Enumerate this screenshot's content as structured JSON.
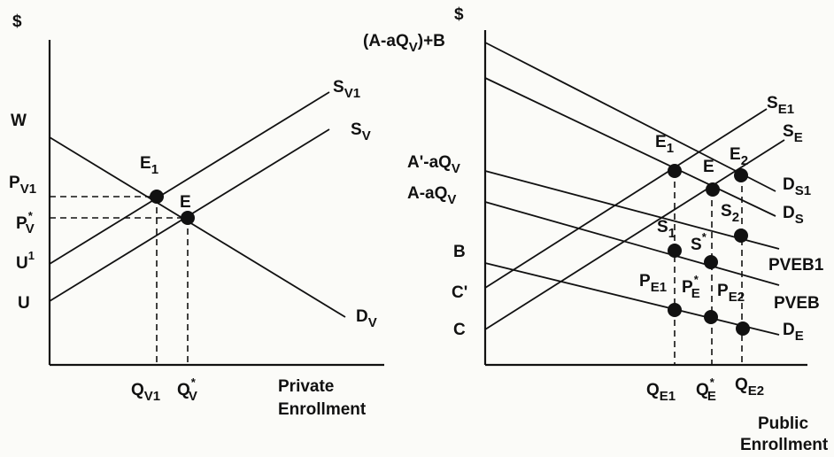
{
  "left": {
    "y_axis": "$",
    "x_axis": [
      "Private",
      "Enrollment"
    ],
    "y_ticks": {
      "W": {
        "m": "W",
        "s": "",
        "p": ""
      },
      "PV1": {
        "m": "P",
        "s": "V1",
        "p": ""
      },
      "PVstar": {
        "m": "P",
        "s": "V",
        "p": "*"
      },
      "U1": {
        "m": "U",
        "s": "",
        "p": "1"
      },
      "U": {
        "m": "U",
        "s": "",
        "p": ""
      }
    },
    "x_ticks": {
      "QV1": {
        "m": "Q",
        "s": "V1",
        "p": ""
      },
      "QVstar": {
        "m": "Q",
        "s": "V",
        "p": "*"
      }
    },
    "curves": {
      "SV1": {
        "m": "S",
        "s": "V1",
        "p": ""
      },
      "SV": {
        "m": "S",
        "s": "V",
        "p": ""
      },
      "DV": {
        "m": "D",
        "s": "V",
        "p": ""
      }
    },
    "points": {
      "E1": {
        "m": "E",
        "s": "1",
        "p": ""
      },
      "E": {
        "m": "E",
        "s": "",
        "p": ""
      }
    }
  },
  "right": {
    "y_axis": "$",
    "x_axis": [
      "Public",
      "Enrollment"
    ],
    "y_ticks": {
      "top": {
        "a": "(A-aQ",
        "s": "V",
        "b": ")+B"
      },
      "Aprime": {
        "m": "A'-aQ",
        "s": "V",
        "p": ""
      },
      "A": {
        "m": "A-aQ",
        "s": "V",
        "p": ""
      },
      "B": {
        "m": "B",
        "s": "",
        "p": ""
      },
      "Cprime": {
        "m": "C'",
        "s": "",
        "p": ""
      },
      "C": {
        "m": "C",
        "s": "",
        "p": ""
      }
    },
    "x_ticks": {
      "QE1": {
        "m": "Q",
        "s": "E1",
        "p": ""
      },
      "QEstar": {
        "m": "Q",
        "s": "E",
        "p": "*"
      },
      "QE2": {
        "m": "Q",
        "s": "E2",
        "p": ""
      }
    },
    "curves": {
      "SE1": {
        "m": "S",
        "s": "E1",
        "p": ""
      },
      "SE": {
        "m": "S",
        "s": "E",
        "p": ""
      },
      "DS1": {
        "m": "D",
        "s": "S1",
        "p": ""
      },
      "DS": {
        "m": "D",
        "s": "S",
        "p": ""
      },
      "PVEB1": {
        "m": "PVEB1",
        "s": "",
        "p": ""
      },
      "PVEB": {
        "m": "PVEB",
        "s": "",
        "p": ""
      },
      "DE": {
        "m": "D",
        "s": "E",
        "p": ""
      }
    },
    "points": {
      "E1": {
        "m": "E",
        "s": "1",
        "p": ""
      },
      "E": {
        "m": "E",
        "s": "",
        "p": ""
      },
      "E2": {
        "m": "E",
        "s": "2",
        "p": ""
      },
      "S1": {
        "m": "S",
        "s": "1",
        "p": ""
      },
      "Sstar": {
        "m": "S",
        "s": "",
        "p": "*"
      },
      "S2": {
        "m": "S",
        "s": "2",
        "p": ""
      },
      "PE1": {
        "m": "P",
        "s": "E1",
        "p": ""
      },
      "PEstar": {
        "m": "P",
        "s": "E",
        "p": "*"
      },
      "PE2": {
        "m": "P",
        "s": "E2",
        "p": ""
      }
    }
  }
}
